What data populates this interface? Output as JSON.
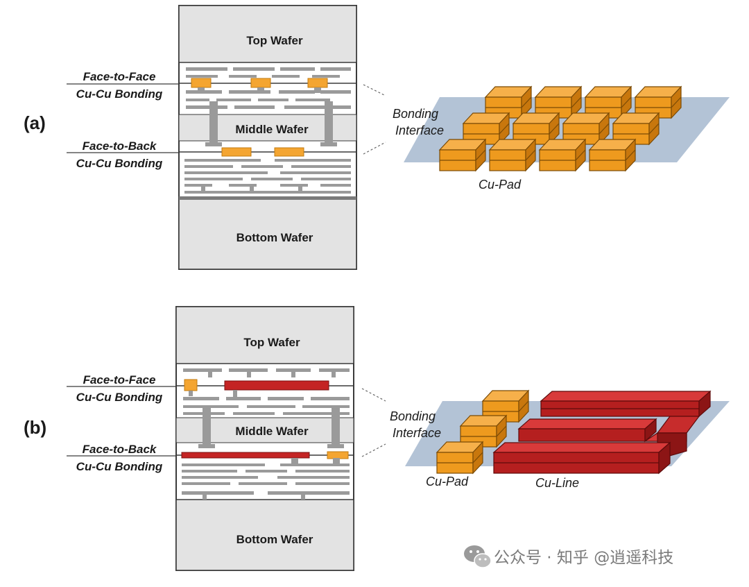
{
  "panel_a": {
    "label": "(a)",
    "top_wafer": "Top Wafer",
    "middle_wafer": "Middle Wafer",
    "bottom_wafer": "Bottom Wafer",
    "f2f_line1": "Face-to-Face",
    "f2f_line2": "Cu-Cu Bonding",
    "f2b_line1": "Face-to-Back",
    "f2b_line2": "Cu-Cu Bonding",
    "bonding_line1": "Bonding",
    "bonding_line2": "Interface",
    "cu_pad": "Cu-Pad"
  },
  "panel_b": {
    "label": "(b)",
    "top_wafer": "Top Wafer",
    "middle_wafer": "Middle Wafer",
    "bottom_wafer": "Bottom Wafer",
    "f2f_line1": "Face-to-Face",
    "f2f_line2": "Cu-Cu Bonding",
    "f2b_line1": "Face-to-Back",
    "f2b_line2": "Cu-Cu Bonding",
    "bonding_line1": "Bonding",
    "bonding_line2": "Interface",
    "cu_pad": "Cu-Pad",
    "cu_line": "Cu-Line"
  },
  "watermark": "公众号 · 知乎 @逍遥科技",
  "colors": {
    "wafer_fill": "#e3e3e3",
    "metal": "#9a9a9a",
    "cu_pad_top": "#f6b04a",
    "cu_pad_front": "#ee9a1e",
    "cu_pad_side": "#c8770d",
    "cu_line_top": "#d83a3a",
    "cu_line_front": "#b51f1f",
    "cu_line_side": "#8c1515",
    "interface_plane": "#b3c3d6"
  },
  "icons": [
    "wechat-icon"
  ]
}
